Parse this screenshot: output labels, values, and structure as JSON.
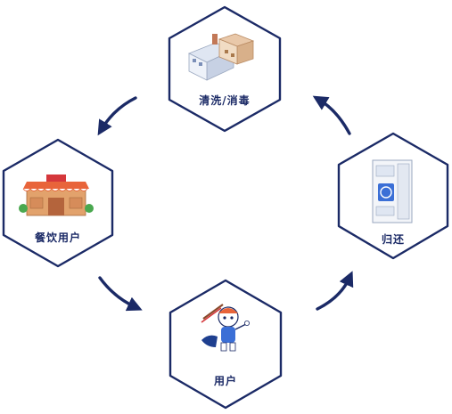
{
  "nodes": {
    "cleaning": {
      "label": "清洗/消毒",
      "icon": "factory-icon"
    },
    "returning": {
      "label": "归还",
      "icon": "cabinet-icon"
    },
    "user": {
      "label": "用户",
      "icon": "mascot-icon"
    },
    "restaurant": {
      "label": "餐饮用户",
      "icon": "restaurant-icon"
    }
  },
  "colors": {
    "outline": "#1b2a66",
    "accent_orange": "#e8643a",
    "cabinet_blue": "#3b6fd6"
  }
}
